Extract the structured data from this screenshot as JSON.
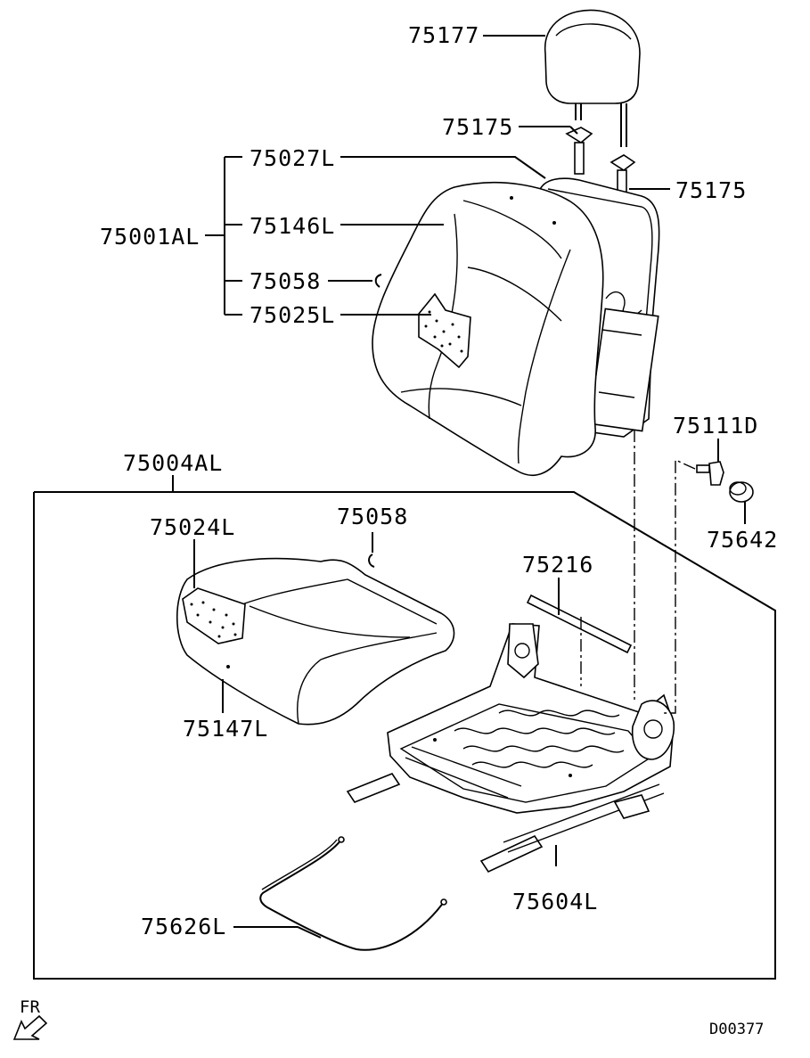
{
  "diagram": {
    "drawing_code": "D00377",
    "direction_label": "FR",
    "parts": {
      "headrest": "75177",
      "headrest_guide_left": "75175",
      "headrest_guide_right": "75175",
      "back_assembly": "75001AL",
      "back_cover": "75027L",
      "back_pad": "75146L",
      "back_hog_ring": "75058",
      "back_heater": "75025L",
      "cushion_assembly": "75004AL",
      "cushion_heater": "75024L",
      "cushion_hog_ring": "75058",
      "cushion_pad": "75147L",
      "rod": "75216",
      "bolt": "75111D",
      "cap": "75642",
      "adjuster": "75604L",
      "cable": "75626L"
    }
  }
}
